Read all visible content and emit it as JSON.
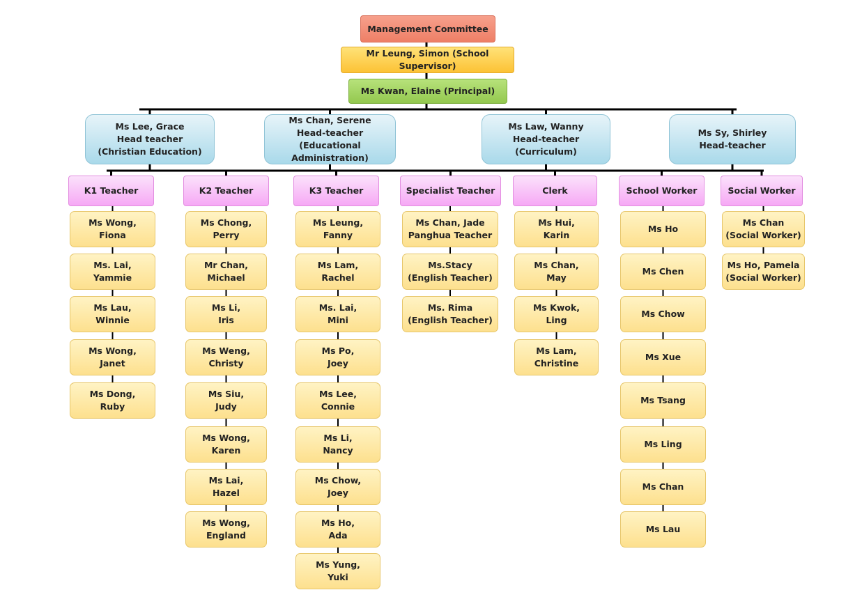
{
  "top": {
    "committee": "Management Committee",
    "supervisor": "Mr Leung, Simon (School Supervisor)",
    "principal": "Ms Kwan, Elaine (Principal)"
  },
  "heads": [
    "Ms Lee, Grace\nHead teacher\n(Christian Education)",
    "Ms Chan, Serene\nHead-teacher\n(Educational Administration)",
    "Ms Law, Wanny\nHead-teacher\n(Curriculum)",
    "Ms Sy, Shirley\nHead-teacher"
  ],
  "groups": [
    {
      "title": "K1 Teacher",
      "members": [
        "Ms Wong,\nFiona",
        "Ms. Lai,\nYammie",
        "Ms Lau,\nWinnie",
        "Ms Wong,\nJanet",
        "Ms Dong,\nRuby"
      ]
    },
    {
      "title": "K2 Teacher",
      "members": [
        "Ms Chong,\nPerry",
        "Mr Chan,\nMichael",
        "Ms Li,\nIris",
        "Ms Weng,\nChristy",
        "Ms Siu,\nJudy",
        "Ms Wong,\nKaren",
        "Ms Lai,\nHazel",
        "Ms Wong,\nEngland"
      ]
    },
    {
      "title": "K3 Teacher",
      "members": [
        "Ms Leung,\nFanny",
        "Ms Lam,\nRachel",
        "Ms. Lai,\nMini",
        "Ms Po,\nJoey",
        "Ms Lee,\nConnie",
        "Ms Li,\nNancy",
        "Ms Chow,\nJoey",
        "Ms Ho,\nAda",
        "Ms Yung,\nYuki"
      ]
    },
    {
      "title": "Specialist Teacher",
      "members": [
        "Ms Chan, Jade\nPanghua Teacher",
        "Ms.Stacy\n(English Teacher)",
        "Ms. Rima\n(English Teacher)"
      ]
    },
    {
      "title": "Clerk",
      "members": [
        "Ms Hui,\nKarin",
        "Ms Chan,\nMay",
        "Ms Kwok,\nLing",
        "Ms Lam,\nChristine"
      ]
    },
    {
      "title": "School Worker",
      "members": [
        "Ms Ho",
        "Ms Chen",
        "Ms Chow",
        "Ms Xue",
        "Ms Tsang",
        "Ms Ling",
        "Ms Chan",
        "Ms Lau"
      ]
    },
    {
      "title": "Social Worker",
      "members": [
        "Ms Chan\n(Social Worker)",
        "Ms Ho, Pamela\n(Social Worker)"
      ]
    }
  ]
}
